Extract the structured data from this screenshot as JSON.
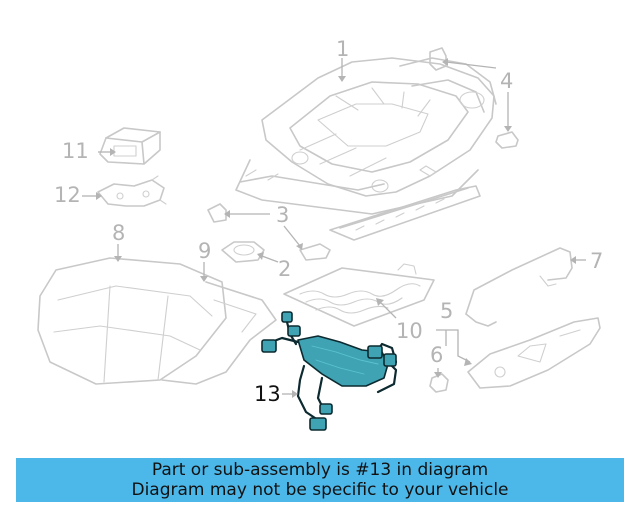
{
  "diagram": {
    "callouts": [
      {
        "id": "1",
        "label": "1"
      },
      {
        "id": "2",
        "label": "2"
      },
      {
        "id": "3",
        "label": "3"
      },
      {
        "id": "4",
        "label": "4"
      },
      {
        "id": "5",
        "label": "5"
      },
      {
        "id": "6",
        "label": "6"
      },
      {
        "id": "7",
        "label": "7"
      },
      {
        "id": "8",
        "label": "8"
      },
      {
        "id": "9",
        "label": "9"
      },
      {
        "id": "10",
        "label": "10"
      },
      {
        "id": "11",
        "label": "11"
      },
      {
        "id": "12",
        "label": "12"
      },
      {
        "id": "13",
        "label": "13"
      }
    ],
    "highlighted_part": "13",
    "colors": {
      "line_art": "#c8c8c8",
      "callout_text": "#b4b4b4",
      "highlight_fill": "#3fa3b3",
      "highlight_outline": "#0c2a30",
      "banner": "#4cb8ea"
    }
  },
  "banner": {
    "line1": "Part or sub-assembly is #13 in diagram",
    "line2": "Diagram may not be specific to your vehicle"
  }
}
